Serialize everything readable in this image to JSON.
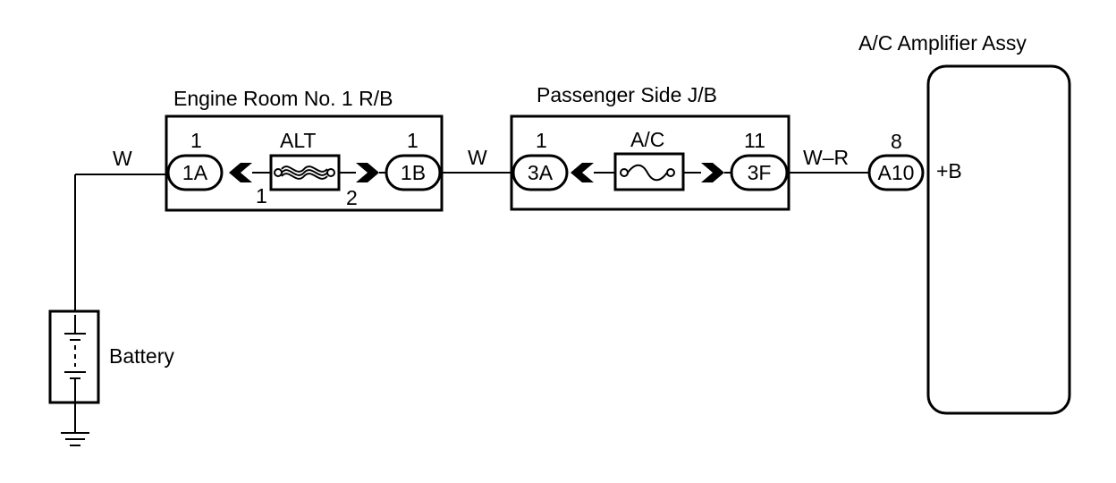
{
  "wires": {
    "battery_to_rb": "W",
    "rb_to_jb": "W",
    "jb_to_amp": "W–R"
  },
  "engine_room_rb": {
    "title": "Engine Room No. 1 R/B",
    "fuse_label": "ALT",
    "left_connector": "1A",
    "left_pin": "1",
    "right_connector": "1B",
    "right_pin": "1",
    "fuse_pin_left": "1",
    "fuse_pin_right": "2"
  },
  "passenger_jb": {
    "title": "Passenger Side J/B",
    "fuse_label": "A/C",
    "left_connector": "3A",
    "left_pin": "1",
    "right_connector": "3F",
    "right_pin": "11"
  },
  "amplifier": {
    "title": "A/C Amplifier Assy",
    "connector": "A10",
    "pin": "8",
    "terminal": "+B"
  },
  "battery": {
    "label": "Battery"
  }
}
